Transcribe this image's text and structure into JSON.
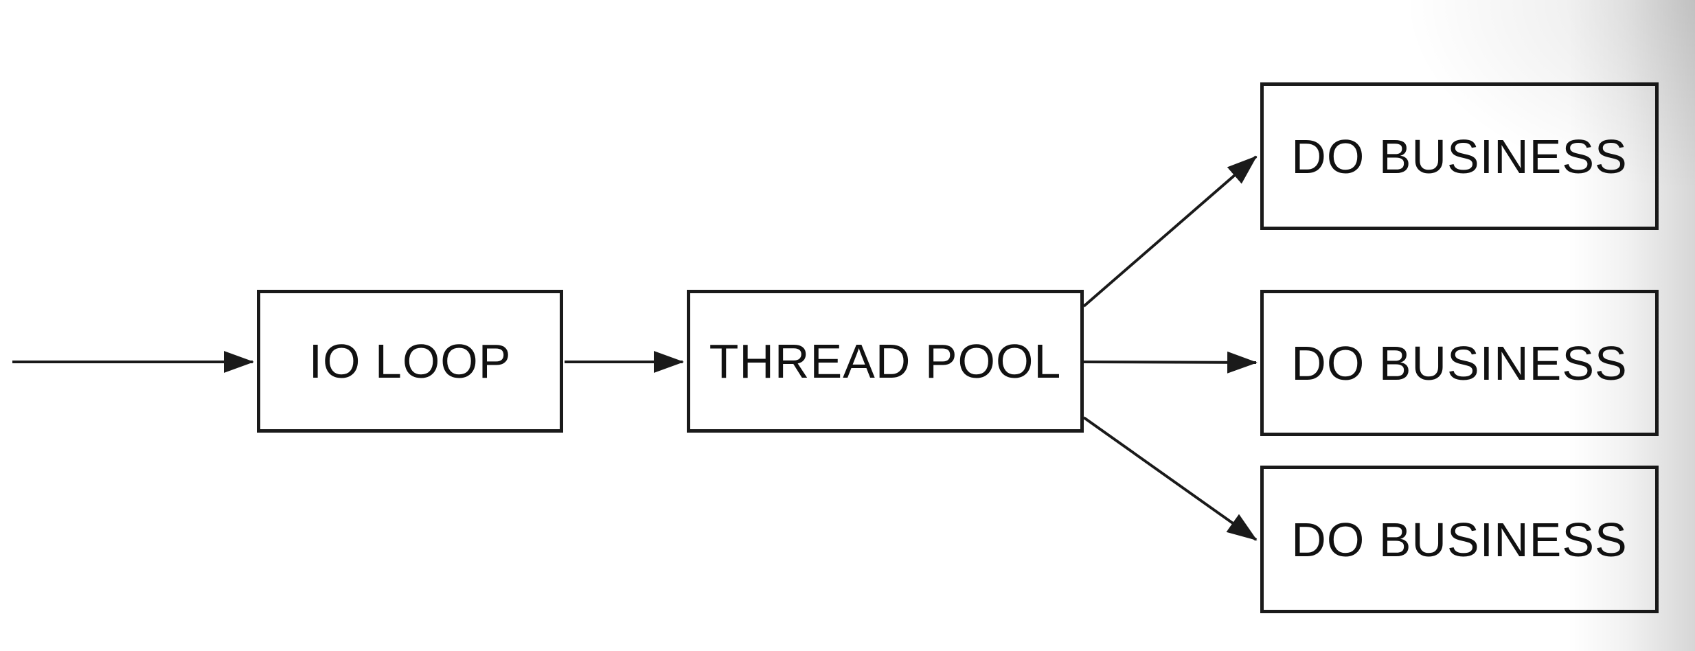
{
  "diagram": {
    "type": "flowchart",
    "direction": "left-to-right",
    "nodes": [
      {
        "id": "io-loop",
        "label": "IO LOOP"
      },
      {
        "id": "thread-pool",
        "label": "THREAD POOL"
      },
      {
        "id": "do-business-1",
        "label": "DO BUSINESS"
      },
      {
        "id": "do-business-2",
        "label": "DO BUSINESS"
      },
      {
        "id": "do-business-3",
        "label": "DO BUSINESS"
      }
    ],
    "edges": [
      {
        "from": "external-input",
        "to": "io-loop"
      },
      {
        "from": "io-loop",
        "to": "thread-pool"
      },
      {
        "from": "thread-pool",
        "to": "do-business-1"
      },
      {
        "from": "thread-pool",
        "to": "do-business-2"
      },
      {
        "from": "thread-pool",
        "to": "do-business-3"
      }
    ]
  },
  "colors": {
    "background": "#ffffff",
    "box_fill": "#ffffff",
    "box_border": "#1a1a1a",
    "text": "#111111",
    "arrow": "#1a1a1a",
    "page_edge_shadow": "#c9c9c9"
  }
}
